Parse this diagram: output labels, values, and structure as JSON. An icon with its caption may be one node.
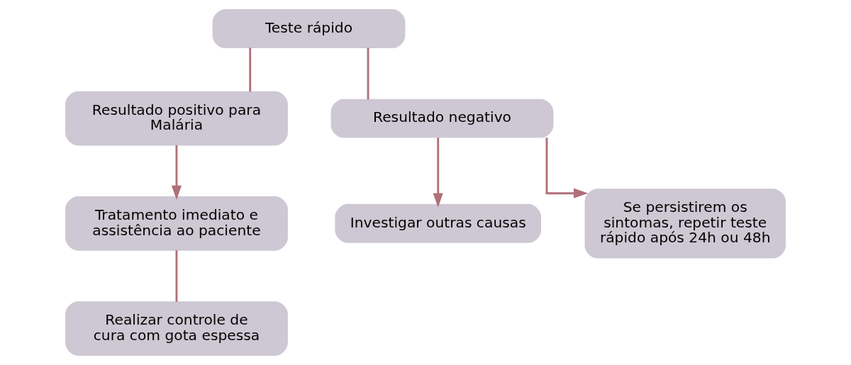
{
  "diagram": {
    "nodes": [
      {
        "text": [
          "Teste rápido"
        ]
      },
      {
        "text": [
          "Resultado positivo para Malária"
        ]
      },
      {
        "text": [
          "Resultado negativo"
        ]
      },
      {
        "text": [
          "Tratamento imediato e assistência ao paciente"
        ]
      },
      {
        "text": [
          "Realizar controle de cura com gota espessa"
        ]
      },
      {
        "text": [
          "Investigar outras causas"
        ]
      },
      {
        "text": [
          "Se persistirem os sintomas, repetir teste rápido após 24h ou 48h"
        ]
      }
    ],
    "edges": [
      {
        "from": 0,
        "to": 1,
        "arrow": "none"
      },
      {
        "from": 0,
        "to": 2,
        "arrow": "none"
      },
      {
        "from": 1,
        "to": 3,
        "arrow": "to"
      },
      {
        "from": 3,
        "to": 4,
        "arrow": "none"
      },
      {
        "from": 2,
        "to": 5,
        "arrow": "to"
      },
      {
        "from": 2,
        "to": 6,
        "arrow": "to"
      }
    ]
  }
}
